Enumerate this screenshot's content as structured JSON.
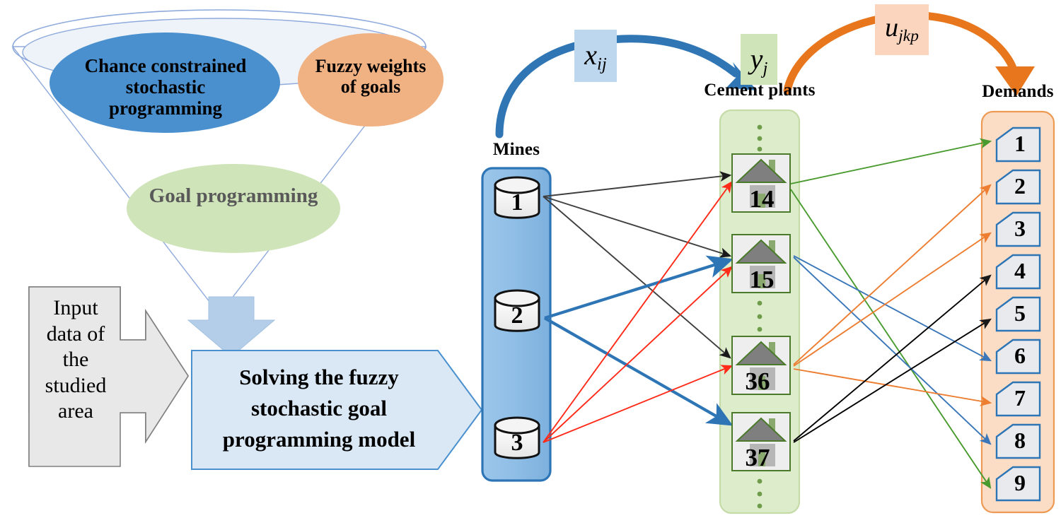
{
  "figure": {
    "title": "Fuzzy stochastic goal programming supply chain framework",
    "type": "flow-diagram"
  },
  "funnel": {
    "ellipses": [
      {
        "id": "chance",
        "label": "Chance constrained stochastic programming",
        "color": "#4a90ce",
        "text_color": "#000000"
      },
      {
        "id": "fuzzy",
        "label": "Fuzzy weights of goals",
        "color": "#f0b183",
        "text_color": "#000000"
      },
      {
        "id": "goal",
        "label": "Goal programming",
        "color": "#cfe4b9",
        "text_color": "#595959"
      }
    ],
    "rim_color": "#8faadc",
    "interior_color": "#eaf1f8"
  },
  "input_block": {
    "label": "Input data of the studied area",
    "lines": [
      "Input",
      "data of",
      "the",
      "studied",
      "area"
    ],
    "fill": "#e8e8e8",
    "border": "#808080",
    "shape": "right-arrow"
  },
  "down_arrow": {
    "name": "funnel-to-model-arrow",
    "color": "#b4cde8"
  },
  "model_block": {
    "label": "Solving the fuzzy stochastic goal programming model",
    "lines": [
      "Solving the fuzzy",
      "stochastic goal",
      "programming model"
    ],
    "fill": "#dae8f5",
    "border": "#4a90ce",
    "shape": "pentagon-arrow"
  },
  "variables": [
    {
      "id": "x-ij",
      "base": "x",
      "subscript": "ij",
      "box_fill": "#bdd7ee",
      "arc_color": "#3076b5"
    },
    {
      "id": "y-j",
      "base": "y",
      "subscript": "j",
      "box_fill": "#cfe4b9",
      "arc_color": "#3076b5"
    },
    {
      "id": "u-jkp",
      "base": "u",
      "subscript": "jkp",
      "box_fill": "#fbd5bd",
      "arc_color": "#e8761c"
    }
  ],
  "columns": [
    {
      "id": "mines",
      "title": "Mines",
      "panel_fill": "#8ebde5",
      "panel_border": "#2e75b6",
      "node_shape": "cylinder",
      "nodes": [
        {
          "label": "1",
          "arrow_color": "#3f3f3f"
        },
        {
          "label": "2",
          "arrow_color": "#2e75b6"
        },
        {
          "label": "3",
          "arrow_color": "#ff2a18"
        }
      ],
      "ellipsis_top": false,
      "ellipsis_bottom": false
    },
    {
      "id": "cement-plants",
      "title": "Cement plants",
      "panel_fill": "#ddeccb",
      "panel_border": "#c5dba8",
      "node_shape": "house",
      "nodes": [
        {
          "label": "14",
          "arrow_color": "#4a9b2f"
        },
        {
          "label": "15",
          "arrow_color": "#3a76b8"
        },
        {
          "label": "36",
          "arrow_color": "#ed7d31"
        },
        {
          "label": "37",
          "arrow_color": "#000000"
        }
      ],
      "ellipsis_top": true,
      "ellipsis_mid": true,
      "ellipsis_bottom": true
    },
    {
      "id": "demands",
      "title": "Demands",
      "panel_fill": "#fbddc5",
      "panel_border": "#ed9a54",
      "node_shape": "pentagon",
      "nodes": [
        {
          "label": "1"
        },
        {
          "label": "2"
        },
        {
          "label": "3"
        },
        {
          "label": "4"
        },
        {
          "label": "5"
        },
        {
          "label": "6"
        },
        {
          "label": "7"
        },
        {
          "label": "8"
        },
        {
          "label": "9"
        }
      ]
    }
  ],
  "links": {
    "mines_to_plants": [
      {
        "from": "1",
        "to": "14",
        "color": "#3f3f3f"
      },
      {
        "from": "1",
        "to": "15",
        "color": "#3f3f3f"
      },
      {
        "from": "1",
        "to": "36",
        "color": "#3f3f3f"
      },
      {
        "from": "2",
        "to": "15",
        "color": "#2e75b6"
      },
      {
        "from": "2",
        "to": "37",
        "color": "#2e75b6"
      },
      {
        "from": "3",
        "to": "14",
        "color": "#ff2a18"
      },
      {
        "from": "3",
        "to": "15",
        "color": "#ff2a18"
      },
      {
        "from": "3",
        "to": "36",
        "color": "#ff2a18"
      }
    ],
    "plants_to_demands": [
      {
        "from": "14",
        "to": "1",
        "color": "#4a9b2f"
      },
      {
        "from": "14",
        "to": "9",
        "color": "#4a9b2f"
      },
      {
        "from": "15",
        "to": "6",
        "color": "#3a76b8"
      },
      {
        "from": "15",
        "to": "8",
        "color": "#3a76b8"
      },
      {
        "from": "36",
        "to": "2",
        "color": "#ed7d31"
      },
      {
        "from": "36",
        "to": "3",
        "color": "#ed7d31"
      },
      {
        "from": "36",
        "to": "7",
        "color": "#ed7d31"
      },
      {
        "from": "37",
        "to": "4",
        "color": "#000000"
      },
      {
        "from": "37",
        "to": "5",
        "color": "#000000"
      }
    ]
  }
}
